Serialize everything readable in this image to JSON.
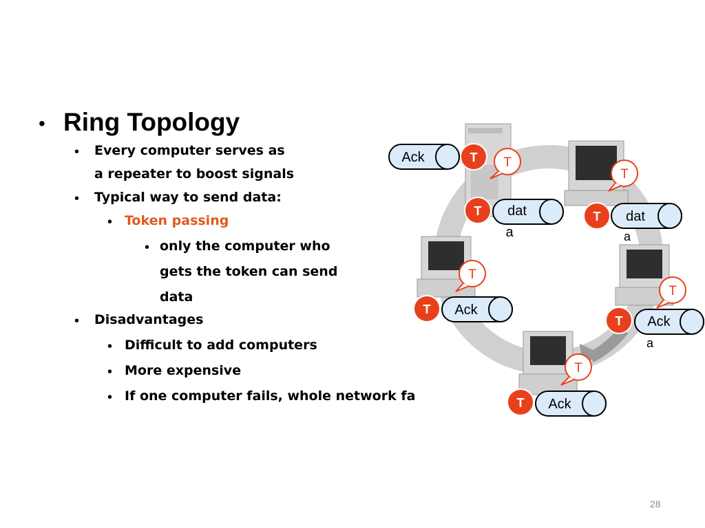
{
  "title": "Ring Topology",
  "bullets": [
    {
      "line1": "Every computer serves as",
      "line2": "a repeater to boost signals"
    },
    {
      "text": "Typical way to send data:",
      "sub": [
        {
          "text": "Token passing",
          "sub": [
            {
              "line1": "only the computer who",
              "line2": "gets the token can send",
              "line3": "data"
            }
          ]
        }
      ]
    },
    {
      "text": "Disadvantages",
      "sub": [
        "Difficult to add computers",
        "More expensive",
        "If one computer fails, whole network fails"
      ]
    }
  ],
  "diagram": {
    "token": "T",
    "ack_top": "Ack",
    "data_center_1": "dat",
    "data_center_2": "a",
    "data_right_1": "dat",
    "data_right_2": "a",
    "ack_left": "Ack",
    "ack_right_1": "Ack",
    "ack_right_2": "a",
    "ack_bottom": "Ack"
  },
  "colors": {
    "highlight": "#e05a1a",
    "token_red": "#e8401c",
    "capsule_fill": "#dcebfa"
  },
  "page_number": "28"
}
